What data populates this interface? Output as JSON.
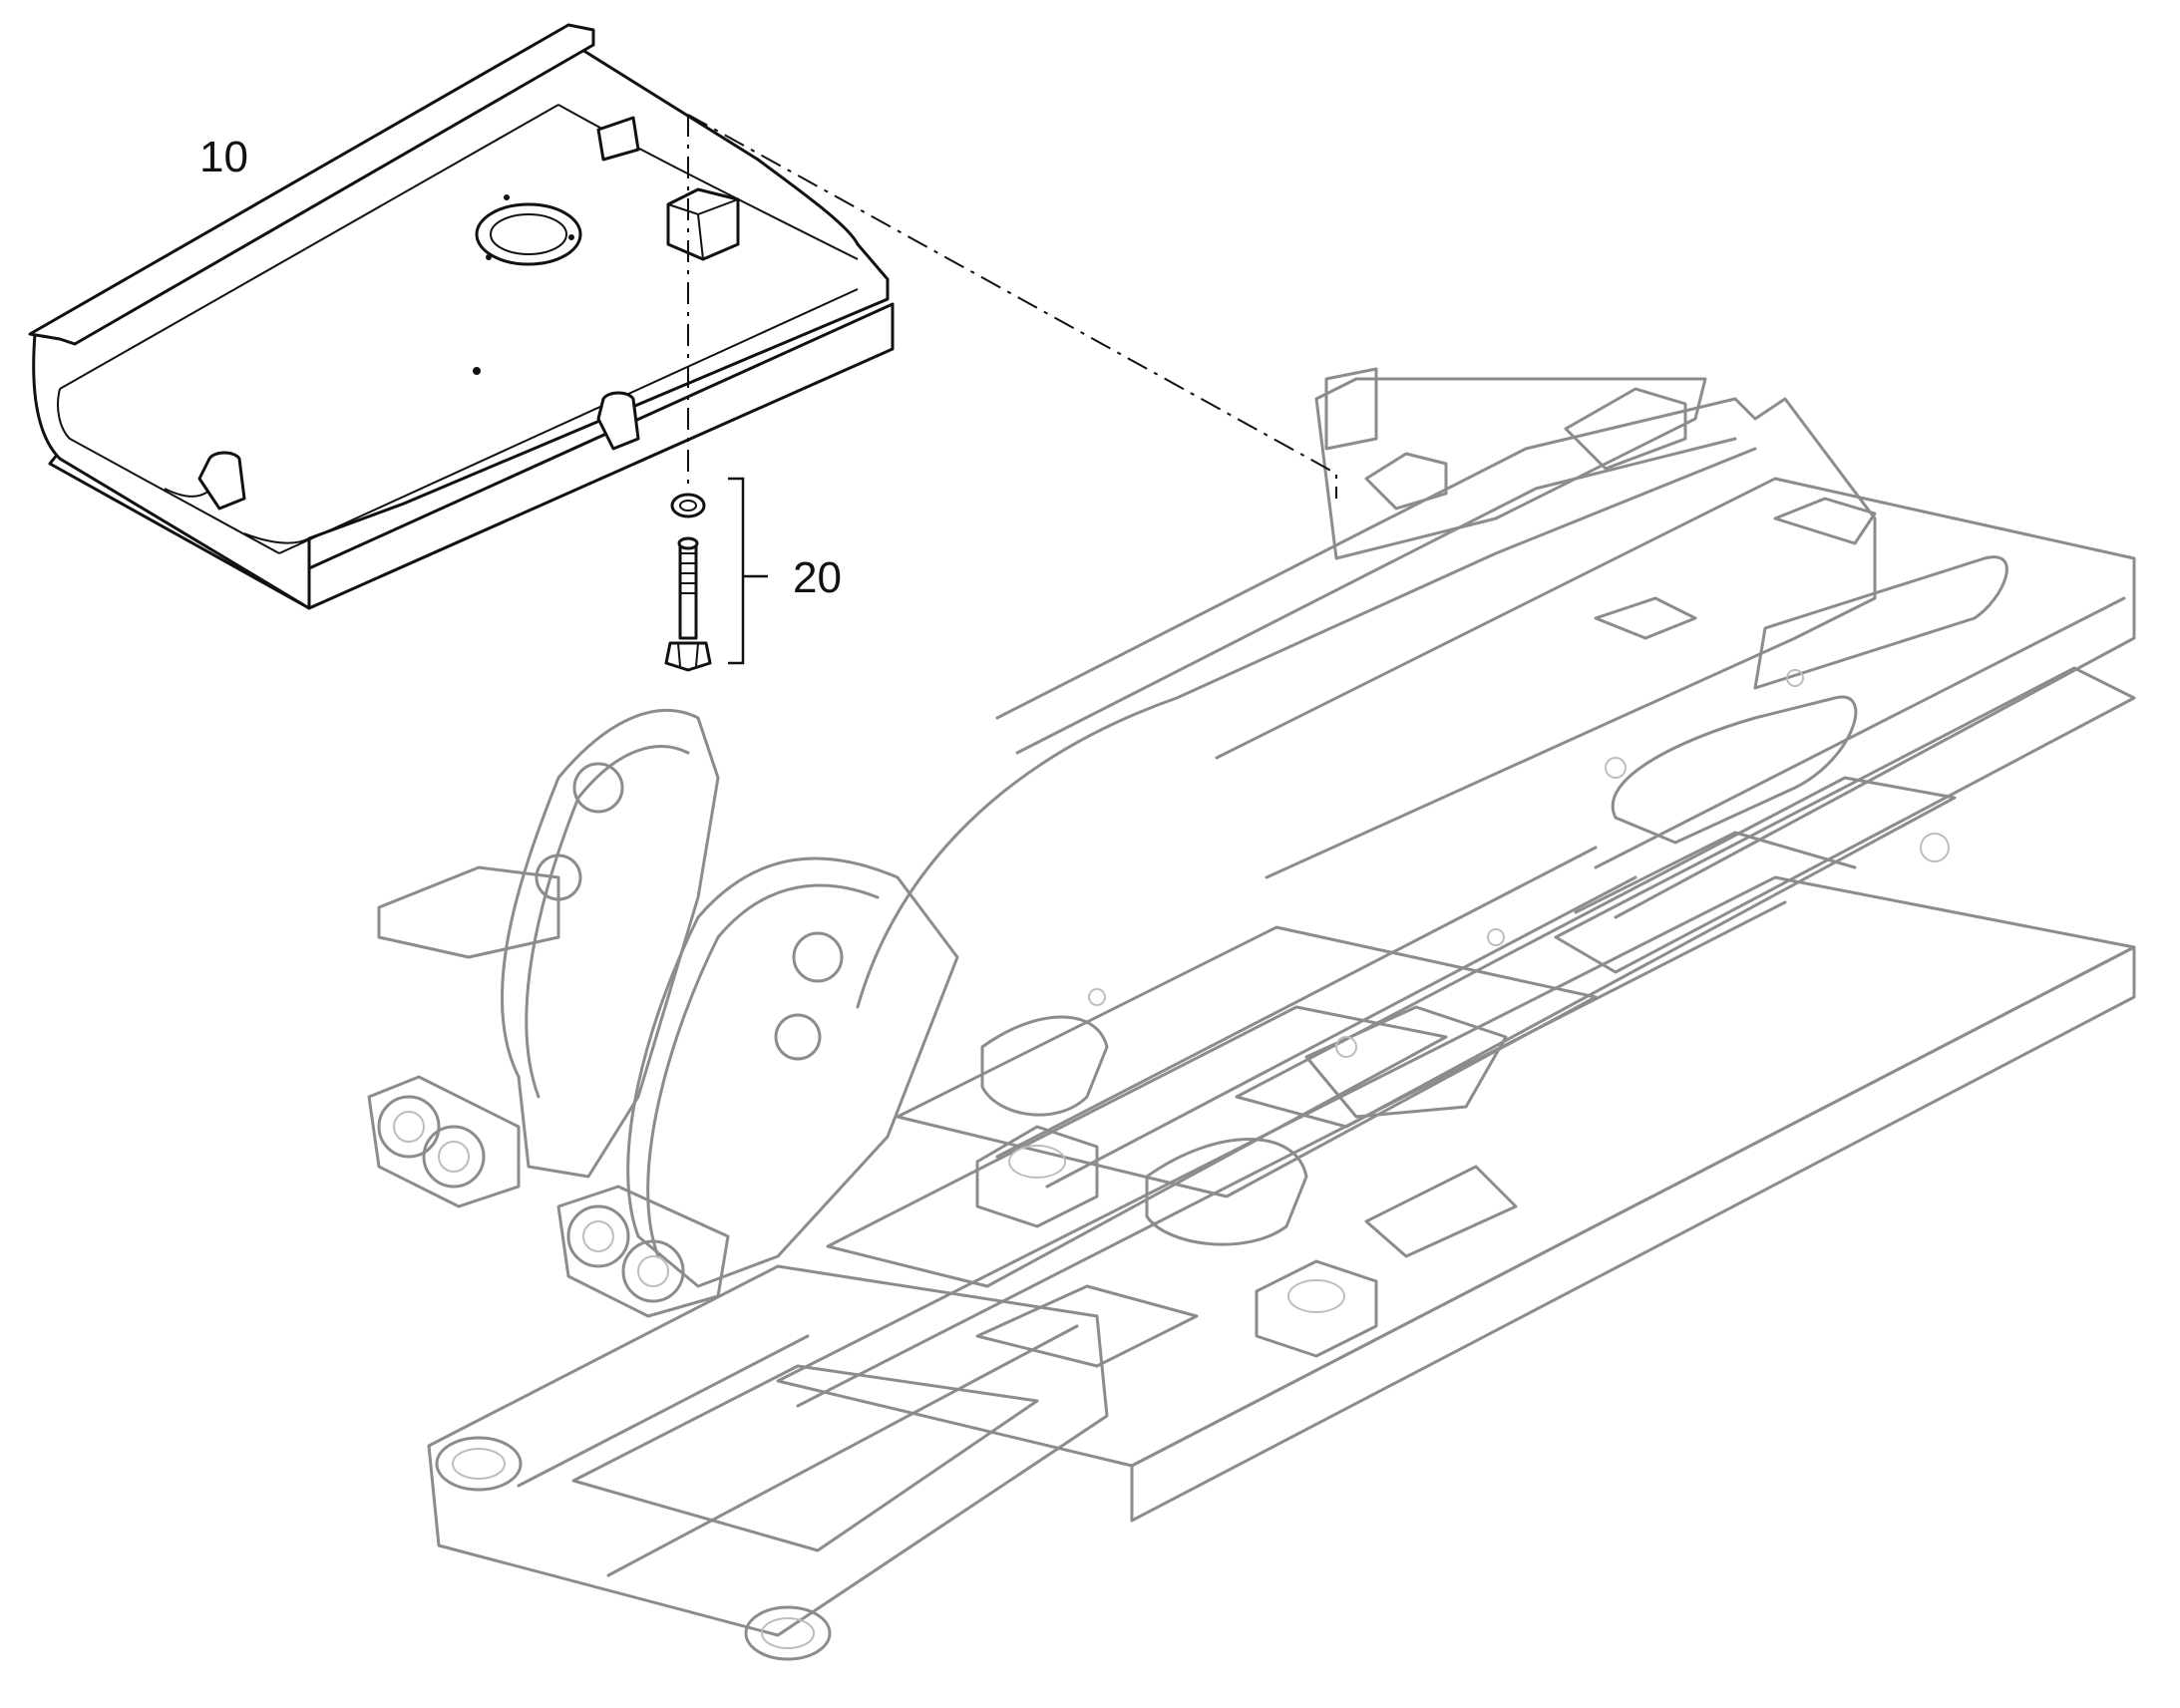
{
  "diagram": {
    "callouts": [
      {
        "id": "10",
        "label": "10"
      },
      {
        "id": "20",
        "label": "20"
      }
    ],
    "colors": {
      "part_line": "#111111",
      "ghost_line": "#8c8c8c",
      "background": "#ffffff"
    }
  }
}
